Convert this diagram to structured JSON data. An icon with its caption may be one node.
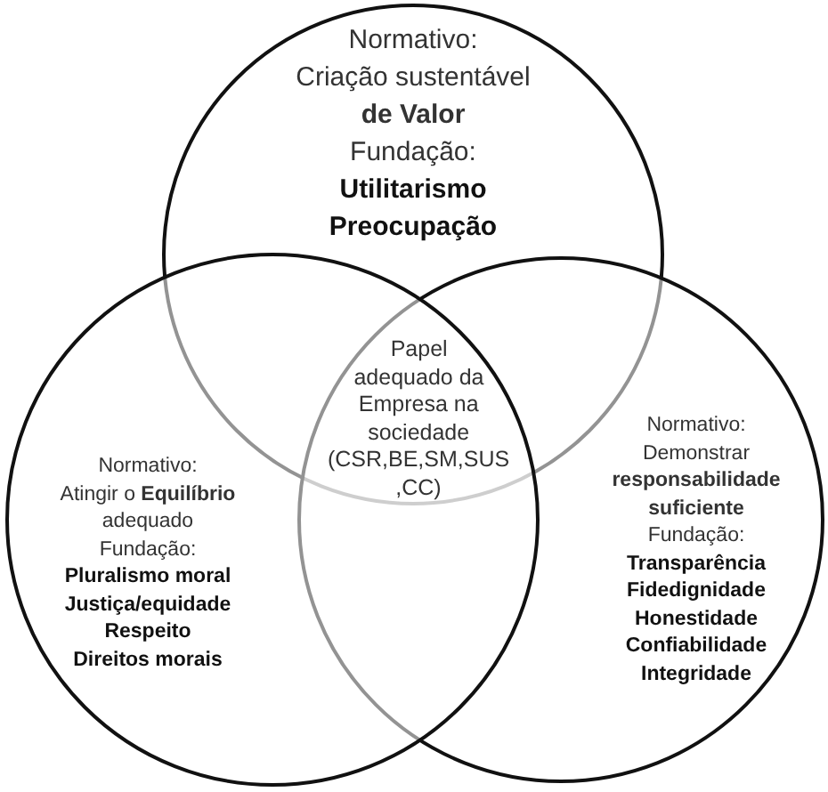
{
  "diagram": {
    "nodes": [
      {
        "text": [
          "Normativo:",
          "Criação sustentável **de Valor**",
          "Fundação:",
          "Utilitarismo",
          "Preocupação"
        ]
      },
      {
        "text": [
          "Normativo:",
          "Atingir o **Equilíbrio** adequado",
          "Fundação:",
          "Pluralismo moral",
          "Justiça/equidade",
          "Respeito",
          "Direitos morais"
        ]
      },
      {
        "text": [
          "Papel adequado da Empresa na sociedade (CSR,BE,SM,SUS ,CC)"
        ]
      },
      {
        "text": [
          "Normativo:",
          "Demonstrar **responsabilidade suficiente**",
          "Fundação:",
          "Transparência",
          "Fidedignidade",
          "Honestidade",
          "Confiabilidade",
          "Integridade"
        ]
      }
    ]
  }
}
